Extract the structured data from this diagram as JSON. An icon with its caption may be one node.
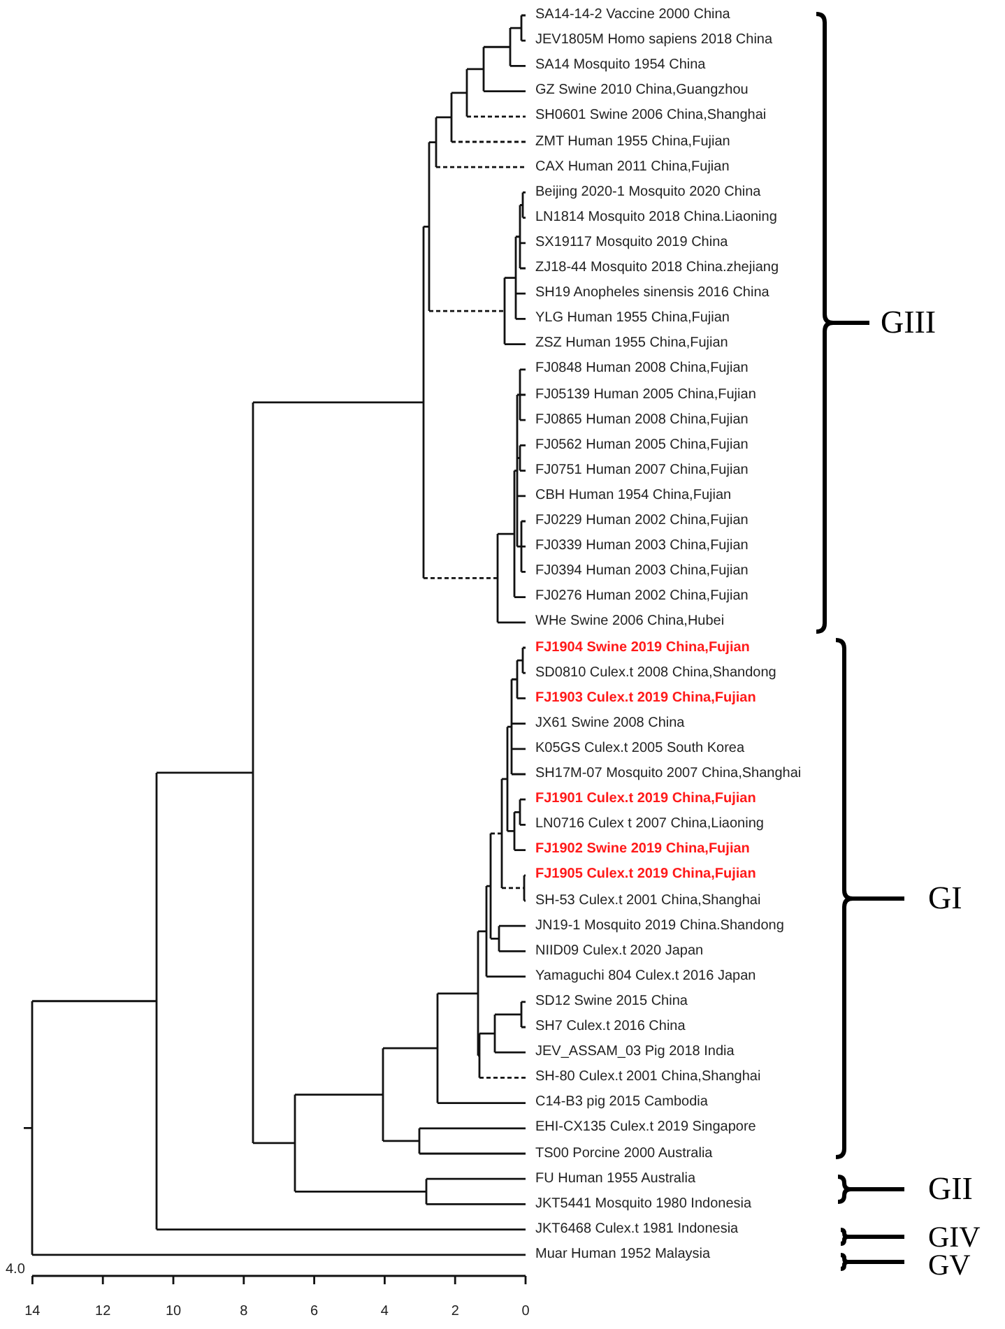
{
  "diagram": {
    "labels": [
      "SA14-14-2 Vaccine 2000 China",
      "JEV1805M Homo sapiens 2018 China",
      "SA14  Mosquito 1954  China",
      "GZ Swine 2010 China,Guangzhou",
      "SH0601 Swine  2006 China,Shanghai",
      "ZMT Human 1955 China,Fujian",
      "CAX Human  2011 China,Fujian",
      "Beijing 2020-1 Mosquito 2020 China",
      "LN1814 Mosquito 2018 China.Liaoning",
      "SX19117 Mosquito 2019 China",
      "ZJ18-44  Mosquito 2018 China.zhejiang",
      "SH19 Anopheles sinensis 2016 China",
      "YLG Human 1955  China,Fujian",
      "ZSZ Human 1955 China,Fujian",
      "FJ0848 Human 2008 China,Fujian",
      "FJ05139 Human 2005 China,Fujian",
      "FJ0865 Human 2008 China,Fujian",
      "FJ0562 Human 2005 China,Fujian",
      "FJ0751 Human 2007 China,Fujian",
      "CBH Human 1954 China,Fujian",
      "FJ0229 Human 2002 China,Fujian",
      "FJ0339 Human 2003 China,Fujian",
      "FJ0394 Human 2003 China,Fujian",
      "FJ0276 Human 2002 China,Fujian",
      "WHe Swine 2006 China,Hubei",
      "FJ1904 Swine 2019 China,Fujian",
      "SD0810 Culex.t 2008 China,Shandong",
      "FJ1903 Culex.t 2019 China,Fujian",
      "JX61 Swine 2008 China",
      "K05GS Culex.t 2005 South Korea",
      "SH17M-07 Mosquito 2007 China,Shanghai",
      "FJ1901 Culex.t 2019 China,Fujian",
      "LN0716 Culex t 2007 China,Liaoning",
      "FJ1902 Swine 2019 China,Fujian",
      "FJ1905 Culex.t 2019 China,Fujian",
      "SH-53 Culex.t 2001 China,Shanghai",
      "JN19-1 Mosquito 2019 China.Shandong",
      "NIID09 Culex.t 2020 Japan",
      "Yamaguchi 804 Culex.t 2016 Japan",
      "SD12 Swine 2015 China",
      "SH7 Culex.t 2016 China",
      "JEV_ASSAM_03 Pig 2018 India",
      "SH-80 Culex.t 2001 China,Shanghai",
      "C14-B3 pig 2015 Cambodia",
      "EHI-CX135 Culex.t 2019 Singapore",
      "TS00 Porcine 2000 Australia",
      "FU Human 1955 Australia",
      "JKT5441 Mosquito 1980 Indonesia",
      "JKT6468 Culex.t 1981 Indonesia",
      "Muar Human 1952 Malaysia",
      "GIII",
      "GI",
      "GII",
      "GIV",
      "GV",
      "14",
      "12",
      "10",
      "8",
      "6",
      "4",
      "2",
      "0",
      "4.0"
    ]
  }
}
